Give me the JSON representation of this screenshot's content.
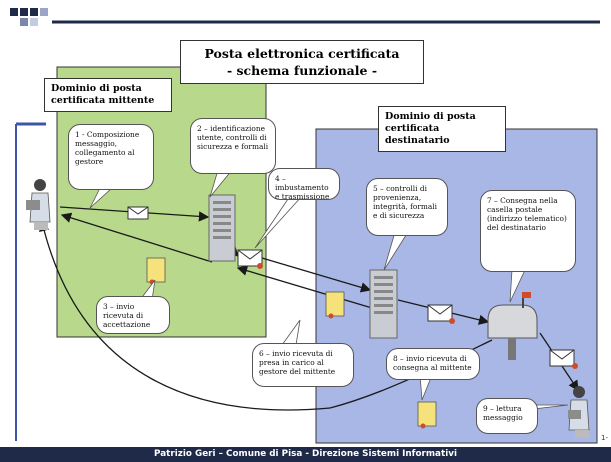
{
  "title": {
    "line1": "Posta elettronica certificata",
    "line2": "- schema funzionale -"
  },
  "domains": {
    "sender": {
      "line1": "Dominio di posta",
      "line2": "certificata mittente",
      "color": "#b8d98c"
    },
    "recipient": {
      "line1": "Dominio di posta",
      "line2": "certificata destinatario",
      "color": "#a9b7e6"
    }
  },
  "steps": [
    {
      "text": "1 - Composizione messaggio, collegamento al gestore"
    },
    {
      "text": "2 – identificazione utente, controlli di sicurezza e formali"
    },
    {
      "text": "3 – invio ricevuta di accettazione"
    },
    {
      "text": "4 – imbustamento e trasmissione"
    },
    {
      "text": "5 – controlli di provenienza, integrità, formali e di sicurezza"
    },
    {
      "text": "6 – invio ricevuta di presa in carico al gestore del mittente"
    },
    {
      "text": "7 – Consegna nella casella postale (indirizzo telematico) del destinatario"
    },
    {
      "text": "8 – invio ricevuta di consegna al mittente"
    },
    {
      "text": "9 – lettura messaggio"
    }
  ],
  "footer": "Patrizio Geri – Comune di Pisa - Direzione Sistemi Informativi",
  "page_number": "1-",
  "colors": {
    "accent_navy": "#1f2a48",
    "accent_blue": "#3d56a8",
    "arrow": "#1a1a1a",
    "envelope_tag": "#d04b2a"
  }
}
